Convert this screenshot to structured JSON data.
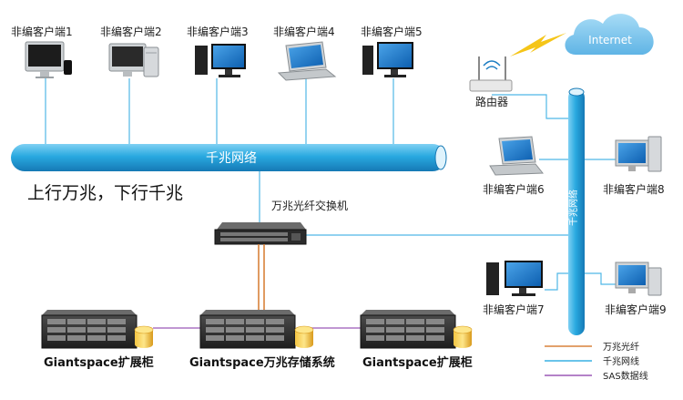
{
  "clients": {
    "c1": "非编客户端1",
    "c2": "非编客户端2",
    "c3": "非编客户端3",
    "c4": "非编客户端4",
    "c5": "非编客户端5",
    "c6": "非编客户端6",
    "c7": "非编客户端7",
    "c8": "非编客户端8",
    "c9": "非编客户端9"
  },
  "gigabit_network_label": "千兆网络",
  "vertical_network_label": "千兆网络",
  "internet_label": "Internet",
  "router_label": "路由器",
  "slogan": "上行万兆，下行千兆",
  "switch_label": "万兆光纤交换机",
  "storage": {
    "left": "Giantspace扩展柜",
    "center": "Giantspace万兆存储系统",
    "right": "Giantspace扩展柜"
  },
  "legend": [
    {
      "label": "万兆光纤",
      "color": "#d9823b"
    },
    {
      "label": "千兆网线",
      "color": "#38b0e3"
    },
    {
      "label": "SAS数据线",
      "color": "#9b59b6"
    }
  ],
  "colors": {
    "network_pipe": "#29a9e0",
    "fiber": "#d9823b",
    "cable": "#4fb8e6",
    "sas": "#9b59b6"
  }
}
